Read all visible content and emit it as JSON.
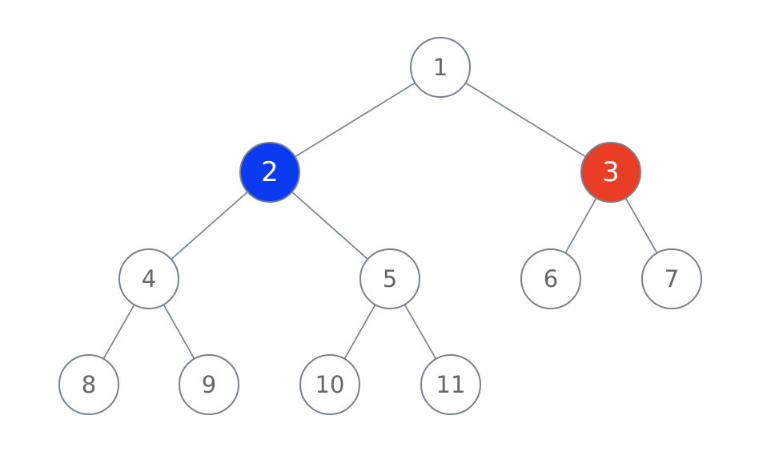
{
  "tree": {
    "nodes": [
      {
        "id": "1",
        "label": "1",
        "fill": "#ffffff",
        "text_color": "#666666"
      },
      {
        "id": "2",
        "label": "2",
        "fill": "#0a3bf0",
        "text_color": "#ffffff"
      },
      {
        "id": "3",
        "label": "3",
        "fill": "#ea3d25",
        "text_color": "#ffffff"
      },
      {
        "id": "4",
        "label": "4",
        "fill": "#ffffff",
        "text_color": "#666666"
      },
      {
        "id": "5",
        "label": "5",
        "fill": "#ffffff",
        "text_color": "#666666"
      },
      {
        "id": "6",
        "label": "6",
        "fill": "#ffffff",
        "text_color": "#666666"
      },
      {
        "id": "7",
        "label": "7",
        "fill": "#ffffff",
        "text_color": "#666666"
      },
      {
        "id": "8",
        "label": "8",
        "fill": "#ffffff",
        "text_color": "#666666"
      },
      {
        "id": "9",
        "label": "9",
        "fill": "#ffffff",
        "text_color": "#666666"
      },
      {
        "id": "10",
        "label": "10",
        "fill": "#ffffff",
        "text_color": "#666666"
      },
      {
        "id": "11",
        "label": "11",
        "fill": "#ffffff",
        "text_color": "#666666"
      }
    ],
    "edges": [
      [
        "1",
        "2"
      ],
      [
        "1",
        "3"
      ],
      [
        "2",
        "4"
      ],
      [
        "2",
        "5"
      ],
      [
        "3",
        "6"
      ],
      [
        "3",
        "7"
      ],
      [
        "4",
        "8"
      ],
      [
        "4",
        "9"
      ],
      [
        "5",
        "10"
      ],
      [
        "5",
        "11"
      ]
    ],
    "colors": {
      "edge": "#7b8994",
      "outline": "#75838f",
      "highlight_blue": "#0a3bf0",
      "highlight_red": "#ea3d25"
    }
  }
}
